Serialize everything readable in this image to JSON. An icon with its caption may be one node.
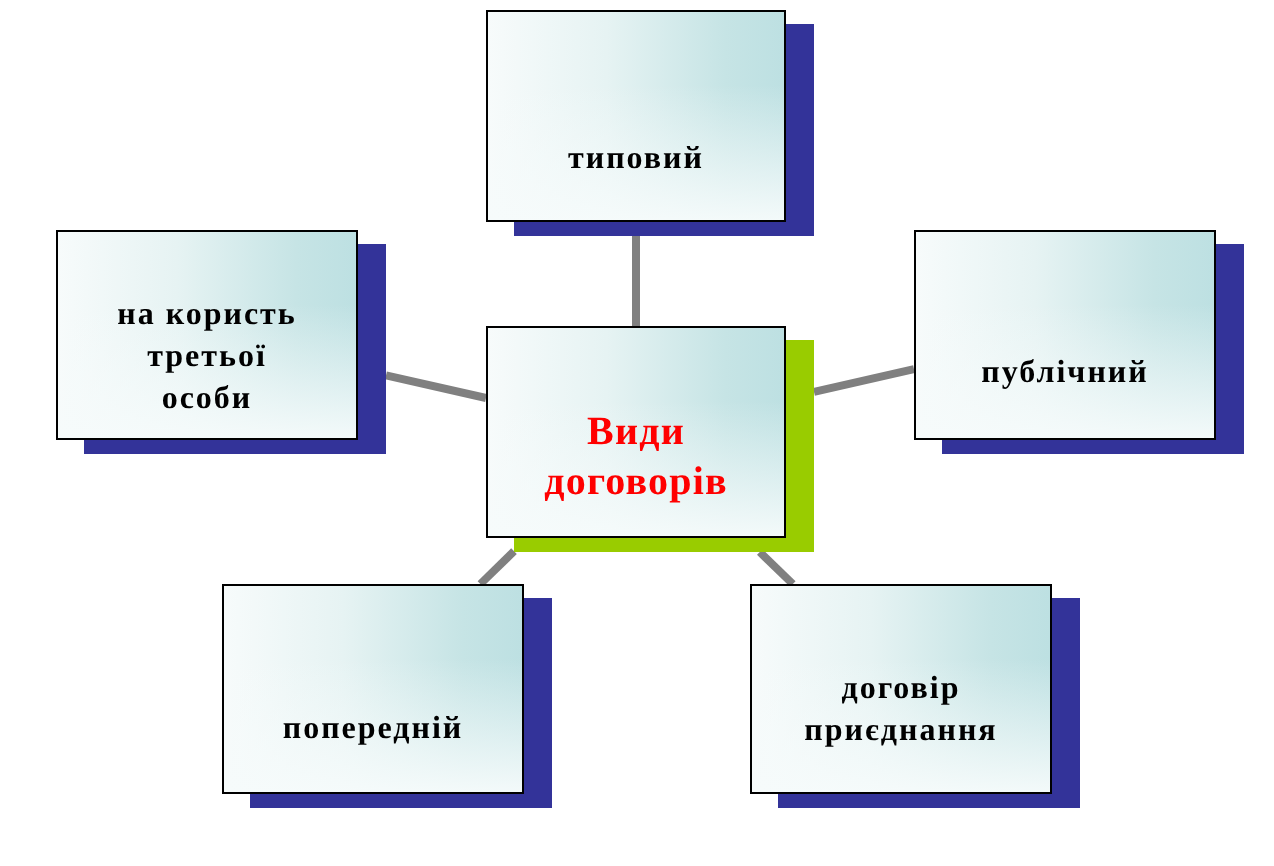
{
  "diagram": {
    "nodes": [
      {
        "text": [
          "типовий"
        ]
      },
      {
        "text": [
          "на користь третьої особи"
        ]
      },
      {
        "text": [
          "публічний"
        ]
      },
      {
        "text": [
          "Види договорів"
        ]
      },
      {
        "text": [
          "попередній"
        ]
      },
      {
        "text": [
          "договір приєднання"
        ]
      }
    ],
    "edges": [
      {
        "from": 3,
        "to": 0,
        "arrow": "none"
      },
      {
        "from": 3,
        "to": 1,
        "arrow": "none"
      },
      {
        "from": 3,
        "to": 2,
        "arrow": "none"
      },
      {
        "from": 3,
        "to": 4,
        "arrow": "none"
      },
      {
        "from": 3,
        "to": 5,
        "arrow": "none"
      }
    ]
  }
}
